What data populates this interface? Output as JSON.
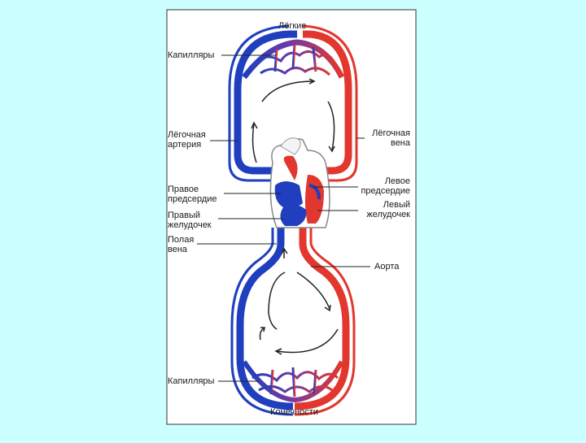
{
  "diagram": {
    "title_lungs": "Лёгкие",
    "title_limbs": "Конечности",
    "labels": {
      "capillaries_top": "Капилляры",
      "pulmonary_artery": [
        "Лёгочная",
        "артерия"
      ],
      "right_atrium": [
        "Правое",
        "предсердие"
      ],
      "right_ventricle": [
        "Правый",
        "желудочек"
      ],
      "vena_cava": [
        "Полая",
        "вена"
      ],
      "capillaries_bottom": "Капилляры",
      "pulmonary_vein": [
        "Лёгочная",
        "вена"
      ],
      "left_atrium": [
        "Левое",
        "предсердие"
      ],
      "left_ventricle": [
        "Левый",
        "желудочек"
      ],
      "aorta": "Аорта"
    },
    "colors": {
      "background": "#ccffff",
      "panel": "#ffffff",
      "venous": "#1f3fbf",
      "arterial": "#e2372f",
      "mixed": "#7a3a9a",
      "leader": "#222222"
    }
  }
}
